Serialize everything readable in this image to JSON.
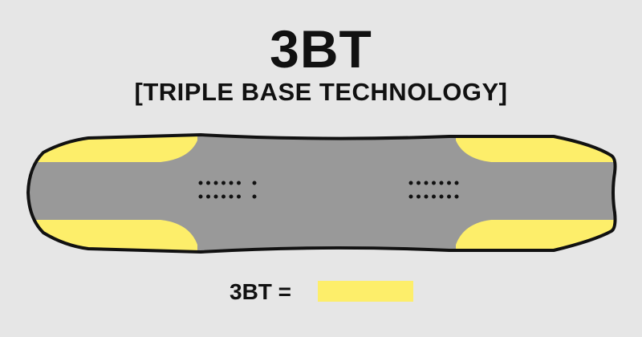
{
  "header": {
    "title": "3BT",
    "subtitle": "[TRIPLE BASE TECHNOLOGY]"
  },
  "diagram": {
    "subject": "snowboard base, top view",
    "colors": {
      "background": "#e6e6e6",
      "board_base": "#999999",
      "bt_zone": "#fdee6a",
      "outline": "#111111"
    },
    "insert_groups": [
      {
        "position": "left",
        "rows": 2,
        "dots_per_row": 7
      },
      {
        "position": "right",
        "rows": 2,
        "dots_per_row": 7
      }
    ]
  },
  "legend": {
    "label": "3BT =",
    "swatch_color": "#fdee6a"
  }
}
